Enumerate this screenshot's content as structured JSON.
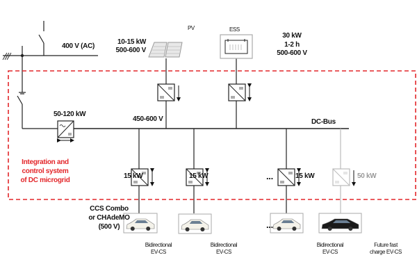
{
  "ac_bus": {
    "label": "400 V (AC)"
  },
  "grid_converter": {
    "power": "50-120 kW"
  },
  "dc_bus": {
    "voltage": "450-600 V",
    "label": "DC-Bus"
  },
  "pv": {
    "label": "PV",
    "power": "10-15 kW",
    "voltage": "500-600 V"
  },
  "ess": {
    "label": "ESS",
    "power": "30 kW",
    "duration": "1-2 h",
    "voltage": "500-600 V"
  },
  "control_system": {
    "line1": "Integration and",
    "line2": "control system",
    "line3": "of DC microgrid",
    "color": "#e3262a"
  },
  "connector": {
    "line1": "CCS Combo",
    "line2": "or CHAdeMO",
    "line3": "(500 V)"
  },
  "ellipsis": "...",
  "chargers": [
    {
      "power": "15 kW",
      "line1": "Bidirectional",
      "line2": "EV-CS"
    },
    {
      "power": "15 kW",
      "line1": "Bidirectional",
      "line2": "EV-CS"
    },
    {
      "power": "15 kW",
      "line1": "Bidirectional",
      "line2": "EV-CS"
    },
    {
      "power": "50 kW",
      "line1": "Future fast",
      "line2": "charge EV-CS"
    }
  ]
}
